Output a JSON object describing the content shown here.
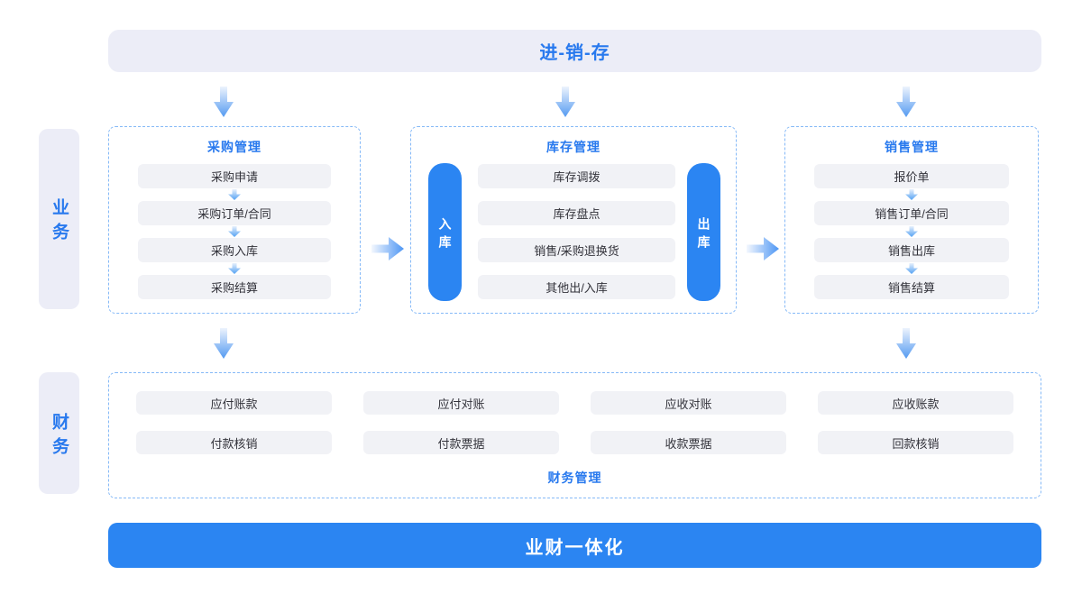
{
  "colors": {
    "accent_blue": "#2B85F2",
    "title_blue": "#2879EE",
    "lavender_bg": "#ECEDF7",
    "item_bg": "#F1F2F6",
    "dashed_border": "#85B9F7",
    "item_text": "#32323A",
    "banner_text": "#FFFFFF"
  },
  "icons": {
    "down_arrow": "gradient-down-arrow",
    "mini_down_arrow": "gradient-small-down-arrow",
    "right_arrow": "gradient-right-arrow"
  },
  "top_banner": {
    "label": "进-销-存"
  },
  "side_labels": {
    "business": "业务",
    "finance": "财务"
  },
  "purchase": {
    "title": "采购管理",
    "items": [
      "采购申请",
      "采购订单/合同",
      "采购入库",
      "采购结算"
    ]
  },
  "inventory": {
    "title": "库存管理",
    "in_label": "入库",
    "out_label": "出库",
    "items": [
      "库存调拨",
      "库存盘点",
      "销售/采购退换货",
      "其他出/入库"
    ]
  },
  "sales": {
    "title": "销售管理",
    "items": [
      "报价单",
      "销售订单/合同",
      "销售出库",
      "销售结算"
    ]
  },
  "finance": {
    "title": "财务管理",
    "row1": [
      "应付账款",
      "应付对账",
      "应收对账",
      "应收账款"
    ],
    "row2": [
      "付款核销",
      "付款票据",
      "收款票据",
      "回款核销"
    ]
  },
  "bottom_banner": {
    "label": "业财一体化"
  }
}
